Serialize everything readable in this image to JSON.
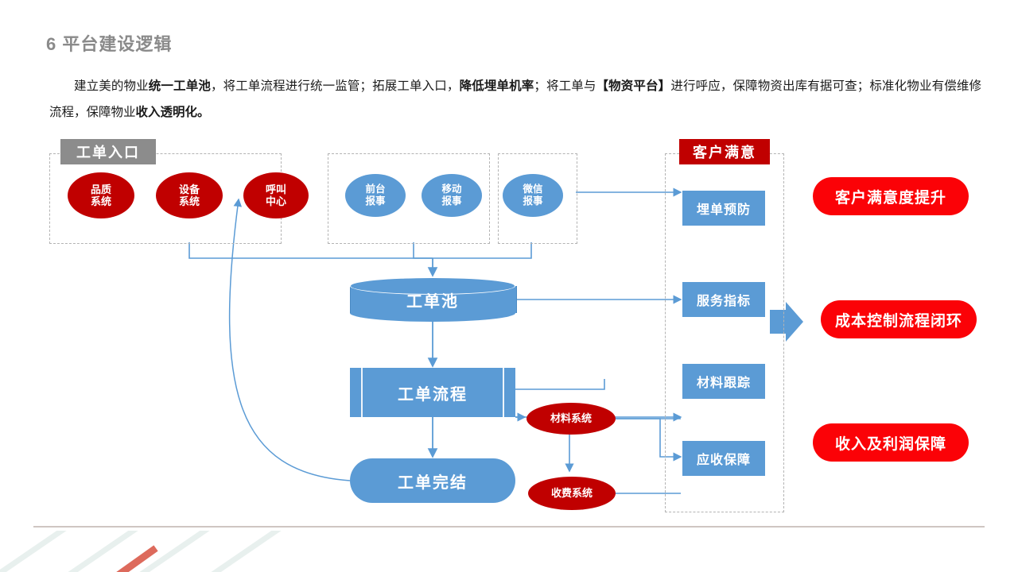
{
  "header": {
    "title": "6 平台建设逻辑"
  },
  "lead": {
    "segments": [
      {
        "text": "建立美的物业",
        "bold": false
      },
      {
        "text": "统一工单池",
        "bold": true
      },
      {
        "text": "，将工单流程进行统一监管；拓展工单入口，",
        "bold": false
      },
      {
        "text": "降低埋单机率",
        "bold": true
      },
      {
        "text": "；将工单与",
        "bold": false
      },
      {
        "text": "【物资平台】",
        "bold": true
      },
      {
        "text": "进行呼应，保障物资出库有据可查；标准化物业有偿维修流程，保障物业",
        "bold": false
      },
      {
        "text": "收入透明化。",
        "bold": true
      }
    ]
  },
  "diagram": {
    "entry_label": "工单入口",
    "customer_label": "客户满意",
    "entry_nodes_red": [
      {
        "name": "品质系统",
        "line1": "品质",
        "line2": "系统"
      },
      {
        "name": "设备系统",
        "line1": "设备",
        "line2": "系统"
      },
      {
        "name": "呼叫中心",
        "line1": "呼叫",
        "line2": "中心"
      }
    ],
    "entry_nodes_blue_group1": [
      {
        "name": "前台报事",
        "line1": "前台",
        "line2": "报事"
      },
      {
        "name": "移动报事",
        "line1": "移动",
        "line2": "报事"
      }
    ],
    "entry_nodes_blue_group2": [
      {
        "name": "微信报事",
        "line1": "微信",
        "line2": "报事"
      }
    ],
    "flow": {
      "pool": "工单池",
      "process": "工单流程",
      "complete": "工单完结",
      "material_system": "材料系统",
      "charge_system": "收费系统"
    },
    "metrics": [
      {
        "label": "埋单预防"
      },
      {
        "label": "服务指标"
      },
      {
        "label": "材料跟踪"
      },
      {
        "label": "应收保障"
      }
    ],
    "outcomes": [
      {
        "label": "客户满意度提升"
      },
      {
        "label": "成本控制流程闭环"
      },
      {
        "label": "收入及利润保障"
      }
    ]
  },
  "colors": {
    "dark_red": "#C00000",
    "bright_red": "#FB0207",
    "blue": "#5B9BD5",
    "gray_label": "#8C8C8C",
    "title_gray": "#8A8A8A",
    "dash_border": "#B3B3B3",
    "connector": "#5B9BD5"
  }
}
